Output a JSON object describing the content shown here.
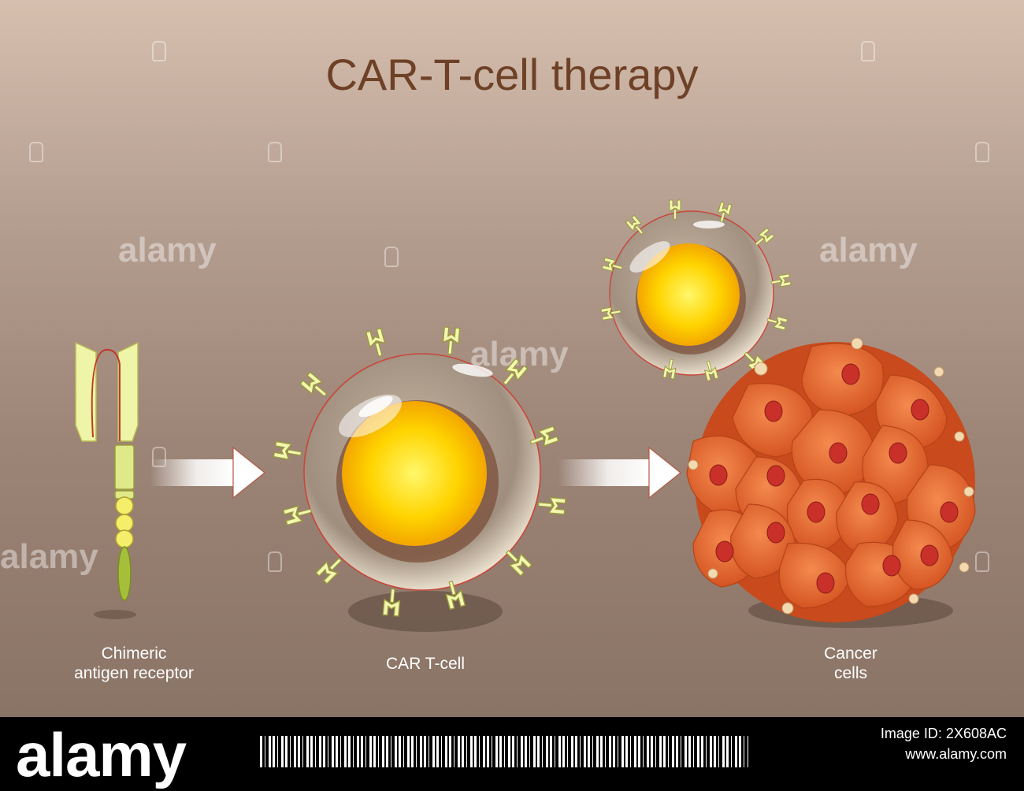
{
  "title": "CAR-T-cell therapy",
  "labels": {
    "receptor_line1": "Chimeric",
    "receptor_line2": "antigen receptor",
    "tcell": "CAR T-cell",
    "cancer_line1": "Cancer",
    "cancer_line2": "cells"
  },
  "watermark": {
    "brand": "alamy"
  },
  "footer": {
    "brand": "alamy",
    "image_id_label": "Image ID: 2X608AC",
    "site": "www.alamy.com"
  },
  "colors": {
    "title": "#6e4127",
    "receptor": "#eef5a8",
    "nucleus": "#ffd400",
    "cancer": "#e4642c",
    "cancer_nucleus": "#c9302a",
    "arrow": "#ffffff"
  }
}
